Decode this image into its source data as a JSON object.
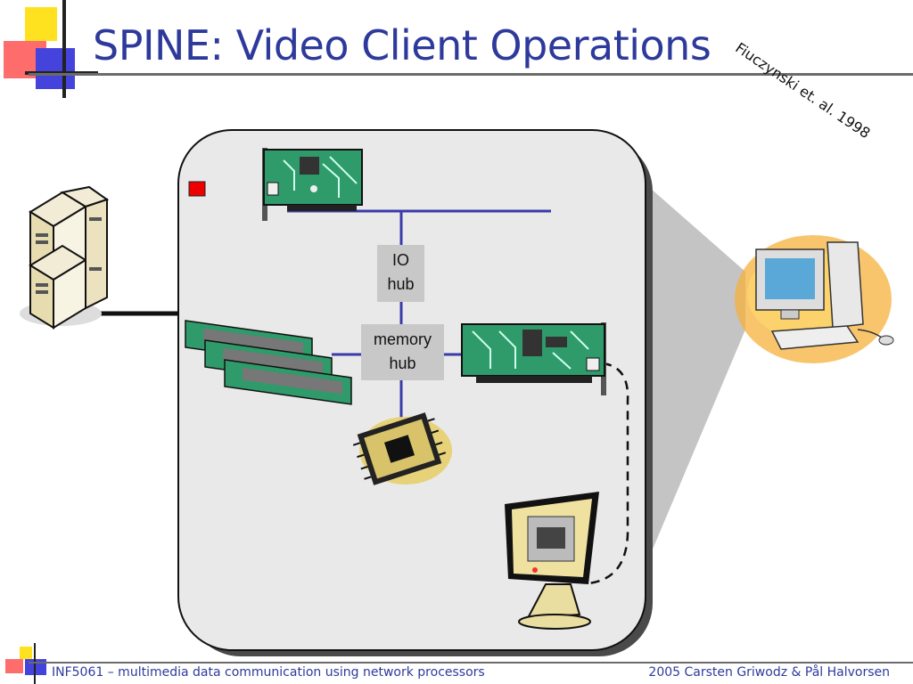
{
  "slide": {
    "title": "SPINE: Video Client Operations",
    "citation": "Fiuczynski et. al. 1998"
  },
  "diagram": {
    "io_hub_lines": [
      "IO",
      "hub"
    ],
    "memory_hub_lines": [
      "memory",
      "hub"
    ]
  },
  "footer": {
    "left": "INF5061 – multimedia data communication using network processors",
    "right": "2005 Carsten Griwodz & Pål Halvorsen"
  },
  "colors": {
    "title": "#2e3a9b",
    "bus": "#3a3aaa",
    "panel": "#e9e9e9",
    "marker": "#ee0000",
    "board": "#2f9a6a"
  },
  "icons": {
    "servers": "server-rack-icon",
    "network_card": "network-card-icon",
    "memory": "memory-modules-icon",
    "cpu": "cpu-chip-icon",
    "display": "video-monitor-icon",
    "desktop": "desktop-computer-icon"
  }
}
